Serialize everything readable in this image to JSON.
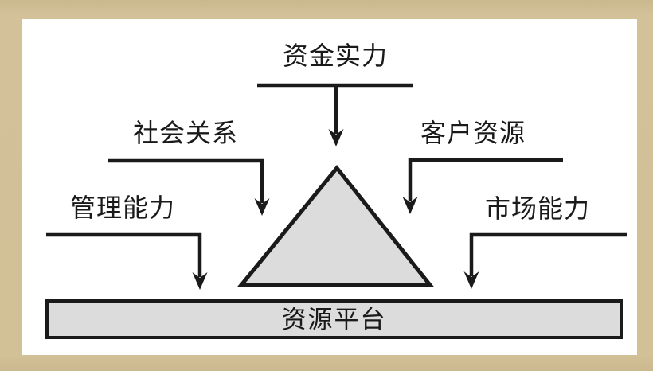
{
  "diagram": {
    "type": "concept-diagram",
    "description": "Five resource factors feed by arrows into a central triangle standing on a platform bar",
    "factors": {
      "capital": "资金实力",
      "social": "社会关系",
      "customer": "客户资源",
      "management": "管理能力",
      "market": "市场能力"
    },
    "platform_label": "资源平台",
    "relations": [
      "资金实力 -> triangle (top)",
      "社会关系 -> triangle (upper left)",
      "客户资源 -> triangle (upper right)",
      "管理能力 -> platform (lower left)",
      "市场能力 -> platform (lower right)"
    ],
    "colors": {
      "frame": "#d2c096",
      "panel": "#ffffff",
      "shape_fill": "#dcdcdc",
      "line": "#1a1a1a"
    }
  }
}
